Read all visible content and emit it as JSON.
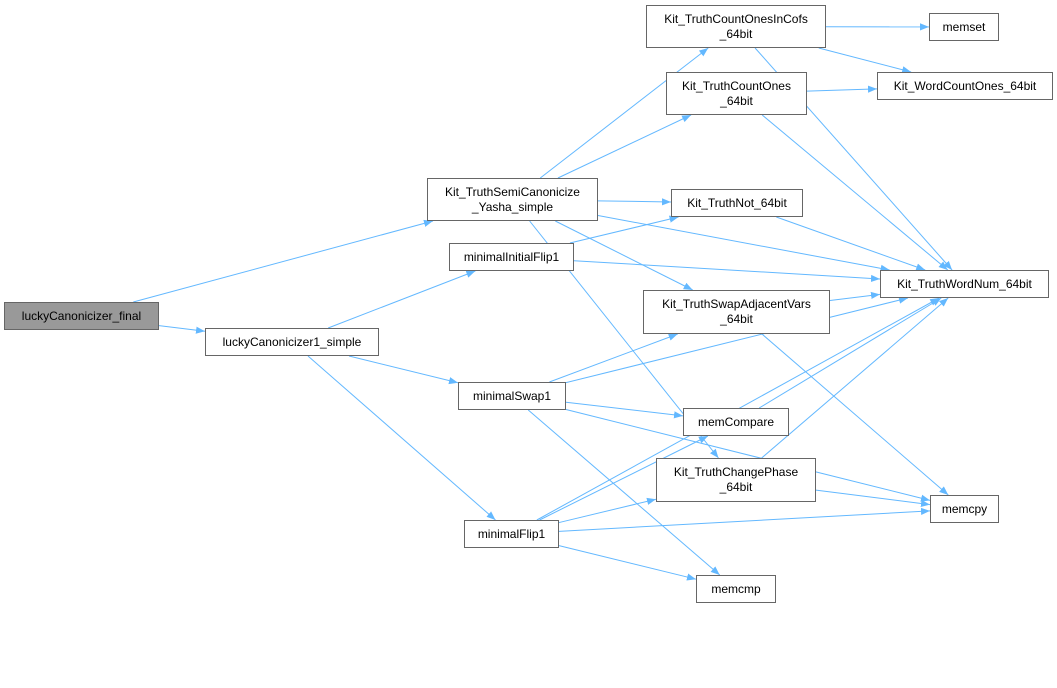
{
  "nodes": [
    {
      "id": "final",
      "label": "luckyCanonicizer_final",
      "root": true
    },
    {
      "id": "simple1",
      "label": "luckyCanonicizer1_simple"
    },
    {
      "id": "semi",
      "label": "Kit_TruthSemiCanonicize\n_Yasha_simple"
    },
    {
      "id": "initflip",
      "label": "minimalInitialFlip1"
    },
    {
      "id": "swap1",
      "label": "minimalSwap1"
    },
    {
      "id": "flip1",
      "label": "minimalFlip1"
    },
    {
      "id": "cofs",
      "label": "Kit_TruthCountOnesInCofs\n_64bit"
    },
    {
      "id": "memset",
      "label": "memset"
    },
    {
      "id": "countones",
      "label": "Kit_TruthCountOnes\n_64bit"
    },
    {
      "id": "wordcount",
      "label": "Kit_WordCountOnes_64bit"
    },
    {
      "id": "truthnot",
      "label": "Kit_TruthNot_64bit"
    },
    {
      "id": "wordnum",
      "label": "Kit_TruthWordNum_64bit"
    },
    {
      "id": "swapadj",
      "label": "Kit_TruthSwapAdjacentVars\n_64bit"
    },
    {
      "id": "memcompare",
      "label": "memCompare"
    },
    {
      "id": "changephase",
      "label": "Kit_TruthChangePhase\n_64bit"
    },
    {
      "id": "memcpy",
      "label": "memcpy"
    },
    {
      "id": "memcmp",
      "label": "memcmp"
    }
  ],
  "edges": [
    [
      "final",
      "semi"
    ],
    [
      "final",
      "simple1"
    ],
    [
      "simple1",
      "initflip"
    ],
    [
      "simple1",
      "swap1"
    ],
    [
      "simple1",
      "flip1"
    ],
    [
      "semi",
      "cofs"
    ],
    [
      "semi",
      "countones"
    ],
    [
      "semi",
      "truthnot"
    ],
    [
      "semi",
      "wordnum"
    ],
    [
      "semi",
      "swapadj"
    ],
    [
      "semi",
      "changephase"
    ],
    [
      "initflip",
      "truthnot"
    ],
    [
      "initflip",
      "wordnum"
    ],
    [
      "swap1",
      "swapadj"
    ],
    [
      "swap1",
      "wordnum"
    ],
    [
      "swap1",
      "memcompare"
    ],
    [
      "swap1",
      "memcpy"
    ],
    [
      "swap1",
      "memcmp"
    ],
    [
      "flip1",
      "memcompare"
    ],
    [
      "flip1",
      "changephase"
    ],
    [
      "flip1",
      "memcmp"
    ],
    [
      "flip1",
      "wordnum"
    ],
    [
      "flip1",
      "memcpy"
    ],
    [
      "cofs",
      "memset"
    ],
    [
      "cofs",
      "wordcount"
    ],
    [
      "cofs",
      "wordnum"
    ],
    [
      "countones",
      "wordcount"
    ],
    [
      "countones",
      "wordnum"
    ],
    [
      "truthnot",
      "wordnum"
    ],
    [
      "swapadj",
      "wordnum"
    ],
    [
      "swapadj",
      "memcpy"
    ],
    [
      "memcompare",
      "wordnum"
    ],
    [
      "changephase",
      "wordnum"
    ],
    [
      "changephase",
      "memcpy"
    ]
  ],
  "colors": {
    "edge": "#63b8ff",
    "root_fill": "#999999",
    "border": "#666666"
  }
}
